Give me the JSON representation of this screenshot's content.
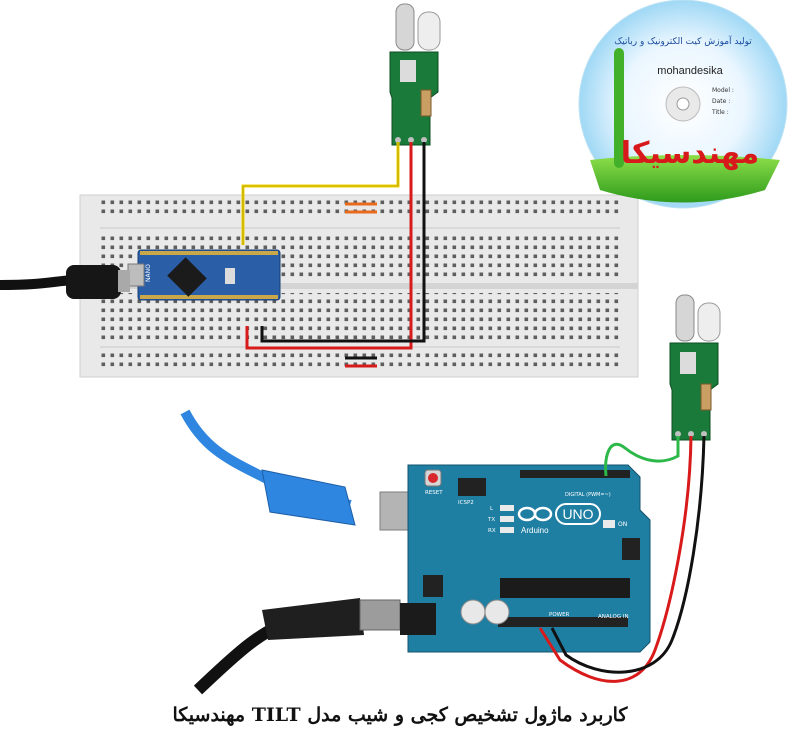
{
  "caption": "کاربرد ماژول تشخیص کجی و شیب مدل TILT مهندسیکا",
  "cd": {
    "arc_text": "تولید آموزش کیت الکترونیک و رباتیک",
    "brand_latin": "mohandesika",
    "brand_persian": "مهندسیکا",
    "fields": [
      "Model :",
      "Date :",
      "Title :"
    ]
  },
  "arduino": {
    "logo_text": "UNO",
    "brand": "Arduino",
    "reset": "RESET",
    "icsp2": "ICSP2",
    "digital": "DIGITAL (PWM=~)",
    "power": "POWER",
    "analog": "ANALOG IN",
    "on": "ON",
    "tx": "TX",
    "rx": "RX",
    "l": "L"
  },
  "nano": {
    "label": "NANO"
  },
  "colors": {
    "breadboard": "#e9e9e9",
    "arduino_board": "#1f7fa3",
    "nano_board": "#2a5fa8",
    "sensor_pcb": "#1a7a3a",
    "wire_red": "#d81a1a",
    "wire_black": "#111111",
    "wire_yellow": "#f2d600",
    "wire_green": "#2db84a",
    "usb_cable": "#2f86e0"
  }
}
